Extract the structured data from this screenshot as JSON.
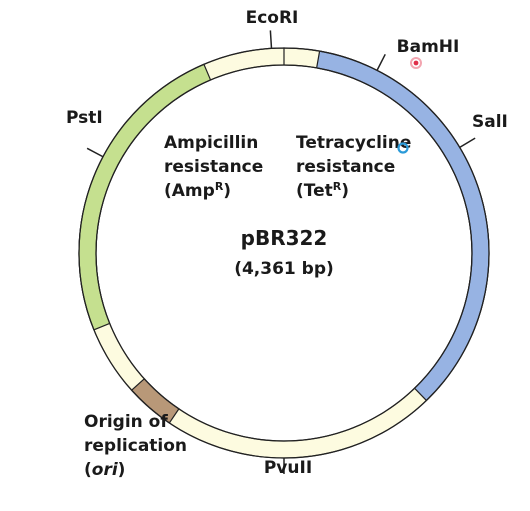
{
  "plasmid": {
    "name": "pBR322",
    "size": "(4,361 bp)"
  },
  "colors": {
    "backbone": "#fdfbe0",
    "ampicillin": "#c5e08f",
    "tetracycline": "#97b3e3",
    "ori": "#b89878",
    "outline": "#222222"
  },
  "sites": {
    "ecori": "EcoRI",
    "bamhi": "BamHI",
    "sali": "SalI",
    "psti": "PstI",
    "pvuii": "PvuII"
  },
  "genes": {
    "amp": {
      "line1": "Ampicillin",
      "line2": "resistance",
      "line3_base": "(Amp",
      "line3_sup": "R",
      "line3_end": ")"
    },
    "tet": {
      "line1": "Tetracycline",
      "line2": "resistance",
      "line3_base": "(Tet",
      "line3_sup": "R",
      "line3_end": ")"
    },
    "ori": {
      "line1": "Origin of",
      "line2": "replication",
      "line3_open": "(",
      "line3_italic": "ori",
      "line3_close": ")"
    }
  },
  "markers": {
    "red-dot": "#e0304a",
    "blue-ring": "#2a9ad8"
  }
}
